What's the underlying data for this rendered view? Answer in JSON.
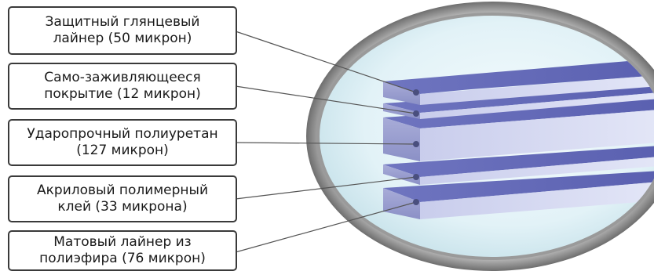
{
  "layers": [
    {
      "line1": "Защитный глянцевый",
      "line2": "лайнер (50 микрон)"
    },
    {
      "line1": "Само-заживляющееся",
      "line2": "покрытие (12 микрон)"
    },
    {
      "line1": "Ударопрочный полиуретан",
      "line2": "(127 микрон)"
    },
    {
      "line1": "Акриловый полимерный",
      "line2": "клей (33 микрона)"
    },
    {
      "line1": "Матовый лайнер из",
      "line2": "полиэфира (76 микрон)"
    }
  ],
  "colors": {
    "layer_face": "#8f94c8",
    "layer_top": "#6a70b8",
    "layer_edge": "#4a4f9e",
    "ring": "#8e8e8e",
    "lens": "#dff0f6",
    "box_border": "#3a3a3a"
  }
}
